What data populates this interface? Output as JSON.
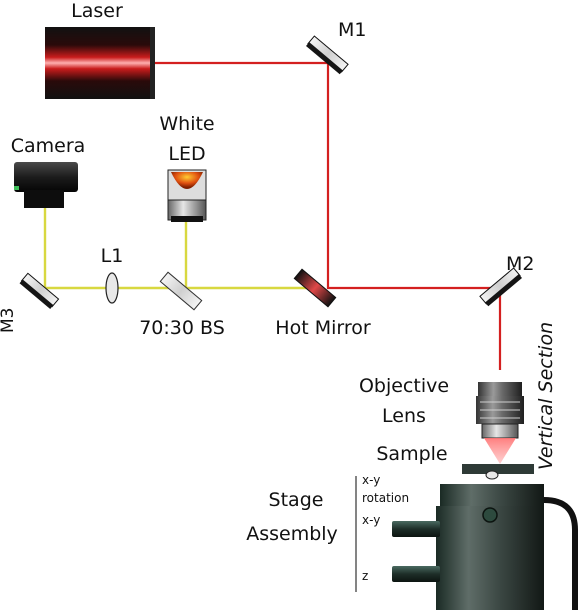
{
  "labels": {
    "laser": "Laser",
    "m1": "M1",
    "camera": "Camera",
    "white_led_line1": "White",
    "white_led_line2": "LED",
    "l1": "L1",
    "m2": "M2",
    "m3": "M3",
    "bs": "70:30 BS",
    "hot_mirror": "Hot Mirror",
    "vertical_section": "Vertical Section",
    "objective_line1": "Objective",
    "objective_line2": "Lens",
    "sample": "Sample",
    "stage_line1": "Stage",
    "stage_line2": "Assembly",
    "axis_xy_top": "x-y",
    "axis_rotation": "rotation",
    "axis_xy": "x-y",
    "axis_z": "z"
  },
  "colors": {
    "laser_beam": "#d42020",
    "led_beam": "#d8d840",
    "mirror_dark": "#151515",
    "mirror_light": "#eeeeee",
    "hot_mirror": "#d94040"
  }
}
